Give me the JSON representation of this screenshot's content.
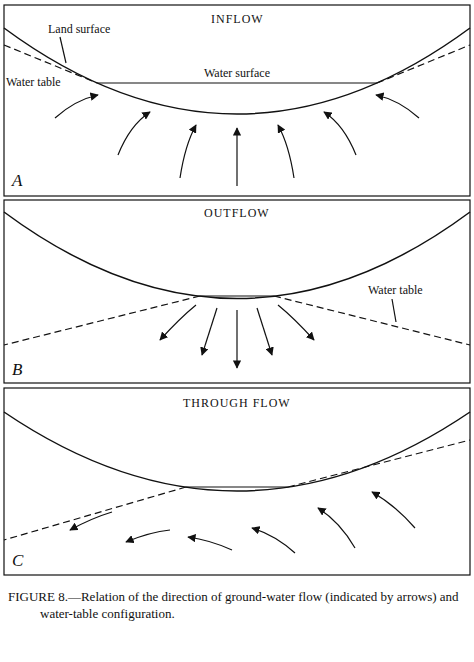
{
  "diagram": {
    "caption": "FIGURE 8.—Relation of the direction of ground-water flow (indicated by arrows) and water-table configuration.",
    "labels": [
      "INFLOW",
      "Land surface",
      "Water table",
      "Water surface",
      "A",
      "OUTFLOW",
      "Water table",
      "B",
      "THROUGH FLOW",
      "C"
    ]
  }
}
